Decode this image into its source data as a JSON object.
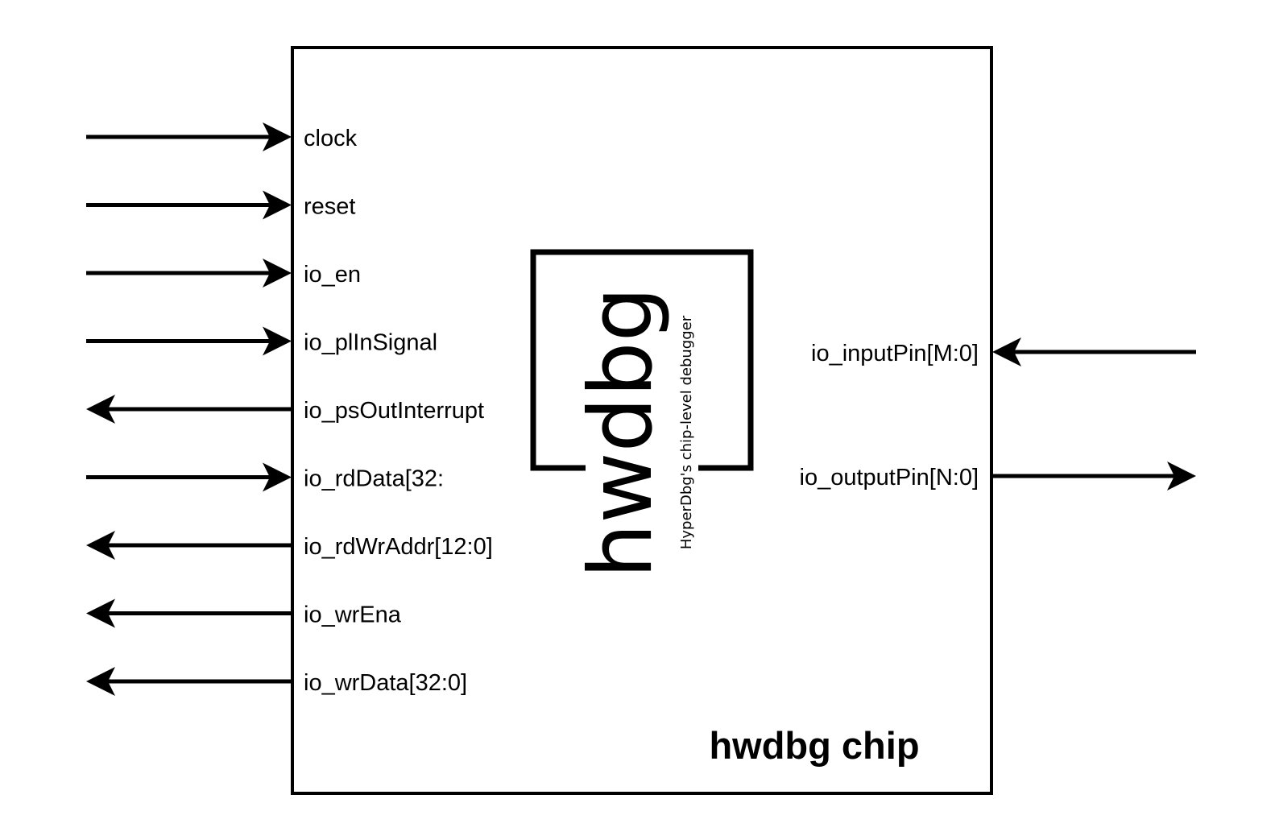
{
  "chip": {
    "title": "hwdbg chip"
  },
  "logo": {
    "name": "hwdbg",
    "tagline": "HyperDbg's chip-level debugger"
  },
  "left_pins": [
    {
      "label": "clock",
      "direction": "in"
    },
    {
      "label": "reset",
      "direction": "in"
    },
    {
      "label": "io_en",
      "direction": "in"
    },
    {
      "label": "io_plInSignal",
      "direction": "in"
    },
    {
      "label": "io_psOutInterrupt",
      "direction": "out"
    },
    {
      "label": "io_rdData[32:",
      "direction": "in"
    },
    {
      "label": "io_rdWrAddr[12:0]",
      "direction": "out"
    },
    {
      "label": "io_wrEna",
      "direction": "out"
    },
    {
      "label": "io_wrData[32:0]",
      "direction": "out"
    }
  ],
  "right_pins": [
    {
      "label": "io_inputPin[M:0]",
      "direction": "in"
    },
    {
      "label": "io_outputPin[N:0]",
      "direction": "out"
    }
  ]
}
